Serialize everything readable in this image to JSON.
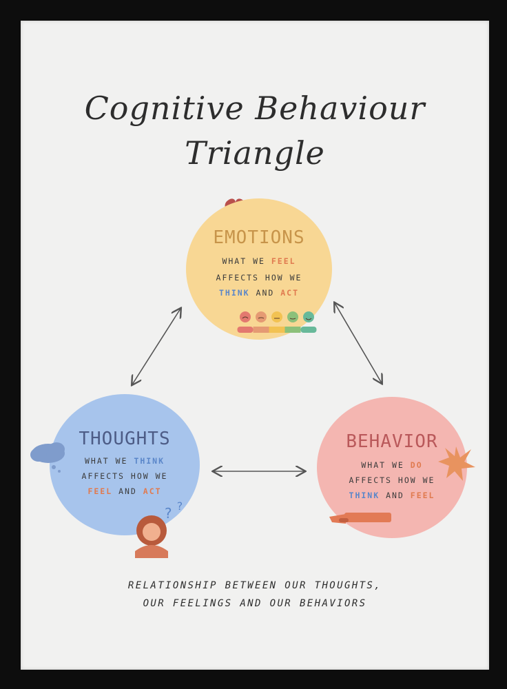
{
  "title": {
    "line1": "Cognitive Behaviour",
    "line2": "Triangle"
  },
  "emotions": {
    "heading": "EMOTIONS",
    "line1": "WHAT WE FEEL",
    "line2": "AFFECTS HOW WE",
    "line3": "THINK AND ACT",
    "mood_scale_icons": [
      "sad-face",
      "frown-face",
      "neutral-face",
      "smile-face",
      "happy-face"
    ],
    "mood_colors": [
      "#e3796f",
      "#e59a73",
      "#f2c252",
      "#8cc07a",
      "#68b99a"
    ]
  },
  "thoughts": {
    "heading": "THOUGHTS",
    "line1": "WHAT WE THINK",
    "line2": "AFFECTS HOW WE",
    "line3": "FEEL AND ACT"
  },
  "behavior": {
    "heading": "BEHAVIOR",
    "line1": "WHAT WE DO",
    "line2": "AFFECTS HOW WE",
    "line3": "THINK AND FEEL"
  },
  "caption": {
    "line1": "RELATIONSHIP BETWEEN OUR THOUGHTS,",
    "line2": "OUR FEELINGS AND OUR BEHAVIORS"
  },
  "colors": {
    "emotions_bubble": "#f8d794",
    "thoughts_bubble": "#a7c4ec",
    "behavior_bubble": "#f4b6b1",
    "feel_accent": "#e07a4f",
    "think_accent": "#5a86c9",
    "heading_emotions": "#c7944a",
    "heading_thoughts": "#4d5c86",
    "heading_behavior": "#b9585a"
  }
}
